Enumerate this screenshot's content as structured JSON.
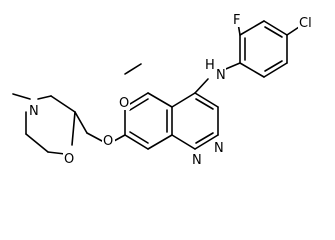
{
  "structure": {
    "atom_labels": {
      "Cl": "Cl",
      "F": "F",
      "N_amine": "N",
      "H_amine": "H",
      "O_methoxy": "O",
      "N_ring_1": "N",
      "N_ring_3": "N",
      "O_ether": "O",
      "N_morpholine": "N",
      "O_morpholine": "O"
    }
  }
}
